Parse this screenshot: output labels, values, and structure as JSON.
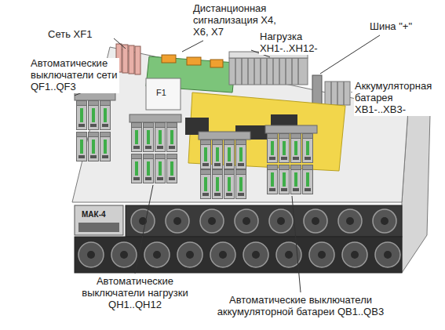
{
  "diagram": {
    "labels": [
      "Дистанционная сигнализация X4, X6, X7",
      "Сеть XF1",
      "Нагрузка XH1-..XH12-",
      "Шина \"+\"",
      "Автоматические выключатели сети QF1..QF3",
      "Аккумуляторная батарея XB1-..XB3-",
      "F1",
      "МАК-4",
      "Автоматические выключатели нагрузки QH1..QH12",
      "Автоматические выключатели аккумуляторной батареи QB1..QB3"
    ]
  }
}
